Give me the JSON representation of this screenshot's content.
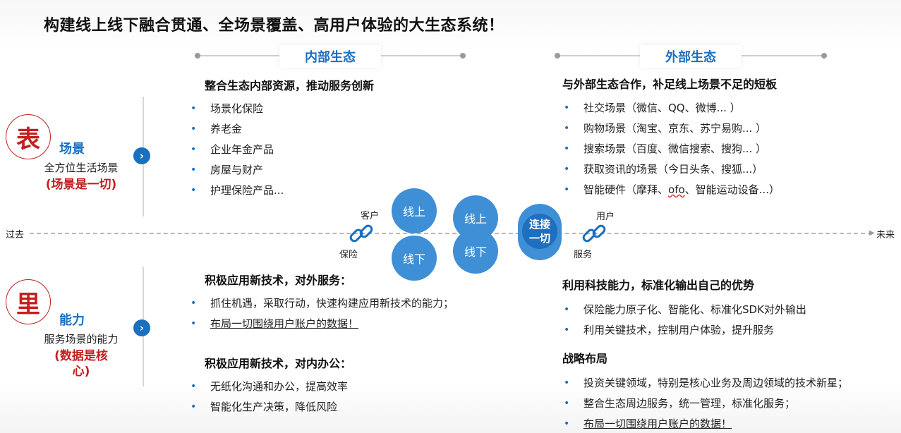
{
  "title": "构建线上线下融合贯通、全场景覆盖、高用户体验的大生态系统！",
  "sections": {
    "internal": "内部生态",
    "external": "外部生态"
  },
  "surface": {
    "seal": "表",
    "category": "场景",
    "desc": "全方位生活场景",
    "emphasis": "(场景是一切)",
    "internal": {
      "heading": "整合生态内部资源，推动服务创新",
      "items": [
        "场景化保险",
        "养老金",
        "企业年金产品",
        "房屋与财产",
        "护理保险产品..."
      ]
    },
    "external": {
      "heading": "与外部生态合作，补足线上场景不足的短板",
      "items": [
        "社交场景（微信、QQ、微博... ）",
        "购物场景（淘宝、京东、苏宁易购... ）",
        "搜索场景（百度、微信搜索、搜狗... ）",
        "获取资讯的场景（今日头条、搜狐...）"
      ],
      "hardware_pre": "智能硬件（摩拜、",
      "hardware_ofo": "ofo",
      "hardware_post": "、智能运动设备...）"
    }
  },
  "inner": {
    "seal": "里",
    "category": "能力",
    "desc": "服务场景的能力",
    "emphasis_1": "(数据是核",
    "emphasis_2": "心)",
    "internal_a": {
      "heading": "积极应用新技术，对外服务：",
      "items": [
        "抓住机遇，采取行动，快速构建应用新技术的能力；",
        "布局一切围绕用户账户的数据！"
      ]
    },
    "internal_b": {
      "heading": "积极应用新技术，对内办公：",
      "items": [
        "无纸化沟通和办公，提高效率",
        "智能化生产决策，降低风险"
      ]
    },
    "external_a": {
      "heading": "利用科技能力，标准化输出自己的优势",
      "items": [
        "保险能力原子化、智能化、标准化SDK对外输出",
        "利用关键技术，控制用户体验，提升服务"
      ]
    },
    "external_b": {
      "heading": "战略布局",
      "items": [
        "投资关键领域，特别是核心业务及周边领域的技术新星；",
        "整合生态周边服务，统一管理，标准化服务；",
        "布局一切围绕用户账户的数据！"
      ]
    }
  },
  "timeline": {
    "past": "过去",
    "future": "未来",
    "left_top": "客户",
    "left_bottom": "保险",
    "right_top": "用户",
    "right_bottom": "服务",
    "online": "线上",
    "offline": "线下",
    "core_1": "连接",
    "core_2": "一切"
  },
  "colors": {
    "accent": "#1a6fbf",
    "circle": "#3f8fd6",
    "seal": "#c41f1f"
  },
  "icons": {
    "arrow": "›"
  }
}
